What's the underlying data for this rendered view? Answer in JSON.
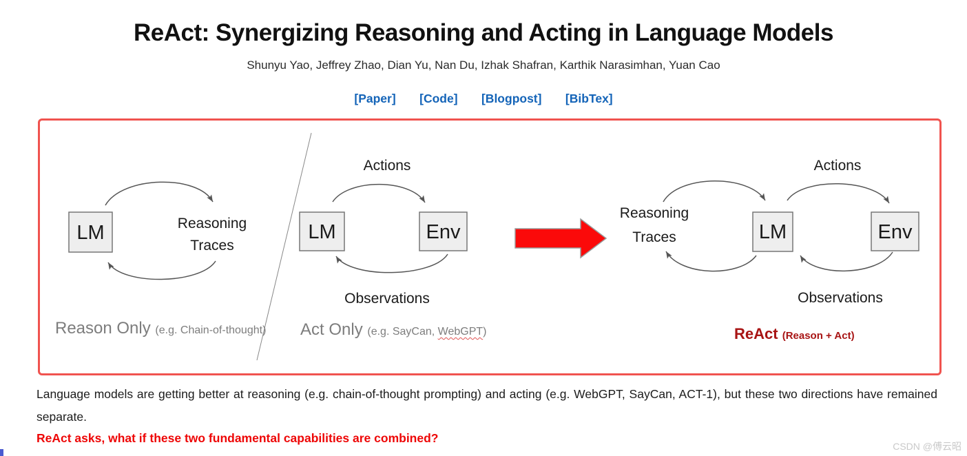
{
  "header": {
    "title": "ReAct: Synergizing Reasoning and Acting in Language Models",
    "authors": "Shunyu Yao, Jeffrey Zhao, Dian Yu, Nan Du, Izhak Shafran, Karthik Narasimhan, Yuan Cao",
    "links": [
      "[Paper]",
      "[Code]",
      "[Blogpost]",
      "[BibTex]"
    ]
  },
  "figure": {
    "reason_only": {
      "lm_box": "LM",
      "loop_line1": "Reasoning",
      "loop_line2": "Traces",
      "caption": "Reason Only",
      "caption_note": "(e.g. Chain-of-thought)"
    },
    "act_only": {
      "lm_box": "LM",
      "env_box": "Env",
      "top_label": "Actions",
      "bottom_label": "Observations",
      "caption": "Act Only",
      "caption_note_prefix": "(e.g. SayCan, ",
      "caption_note_word": "WebGPT",
      "caption_note_suffix": ")"
    },
    "react": {
      "loop_line1": "Reasoning",
      "loop_line2": "Traces",
      "lm_box": "LM",
      "env_box": "Env",
      "top_label": "Actions",
      "bottom_label": "Observations",
      "caption": "ReAct",
      "caption_note": "(Reason + Act)"
    }
  },
  "body_text": {
    "paragraph": "Language models are getting better at reasoning (e.g. chain-of-thought prompting) and acting (e.g. WebGPT, SayCan, ACT-1), but these two directions have remained separate.",
    "question": "ReAct asks, what if these two fundamental capabilities are combined?"
  },
  "watermark": "CSDN @傅云昭",
  "colors": {
    "link_blue": "#1464b8",
    "panel_border_red": "#f0534f",
    "big_arrow_red": "#fb0a0a",
    "react_caption_dark_red": "#a81414",
    "question_red": "#ee0606",
    "watermark_gray": "#c9c9c9"
  }
}
